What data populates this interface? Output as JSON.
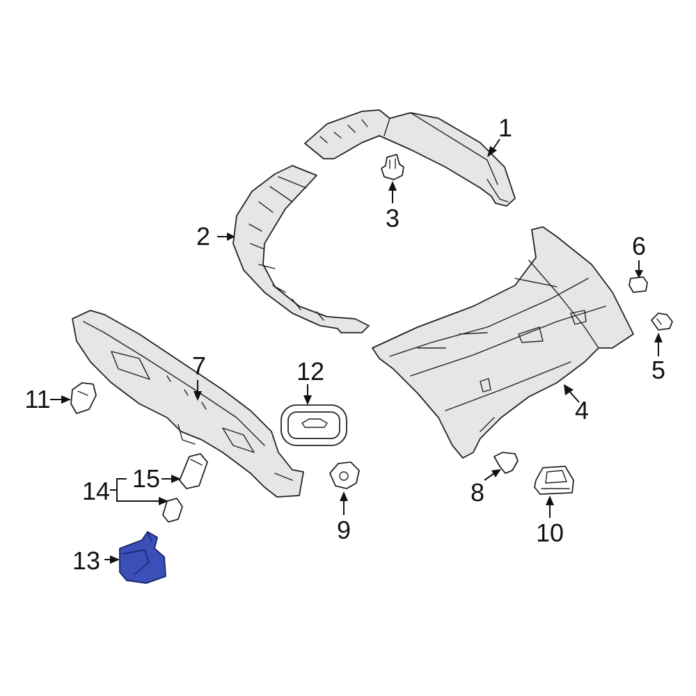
{
  "diagram": {
    "callouts": {
      "c1": "1",
      "c2": "2",
      "c3": "3",
      "c4": "4",
      "c5": "5",
      "c6": "6",
      "c7": "7",
      "c8": "8",
      "c9": "9",
      "c10": "10",
      "c11": "11",
      "c12": "12",
      "c13": "13",
      "c14": "14",
      "c15": "15"
    },
    "highlight_color": "#3a4fb8"
  }
}
